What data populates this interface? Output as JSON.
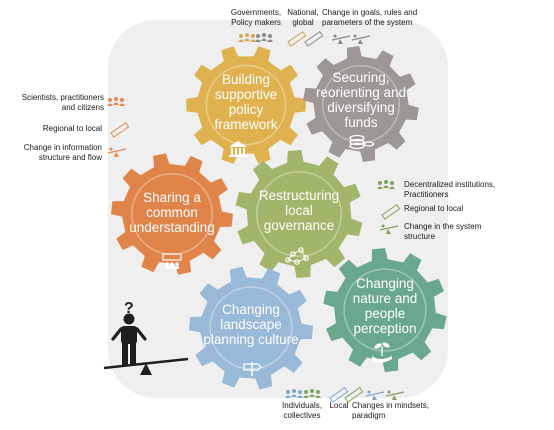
{
  "gears": [
    {
      "id": "policy",
      "lines": [
        "Building",
        "supportive",
        "policy",
        "framework"
      ],
      "color": "#dfb14f",
      "icon": "building-icon"
    },
    {
      "id": "funds",
      "lines": [
        "Securing,",
        "reorienting and",
        "diversifying",
        "funds"
      ],
      "color": "#9d9796",
      "icon": "coins-icon"
    },
    {
      "id": "understanding",
      "lines": [
        "Sharing a",
        "common",
        "understanding"
      ],
      "color": "#e0844a",
      "icon": "people-board-icon"
    },
    {
      "id": "governance",
      "lines": [
        "Restructuring",
        "local",
        "governance"
      ],
      "color": "#a1b56b",
      "icon": "network-icon"
    },
    {
      "id": "landscape",
      "lines": [
        "Changing",
        "landscape",
        "planning culture"
      ],
      "color": "#98b9d7",
      "icon": "signpost-icon"
    },
    {
      "id": "nature",
      "lines": [
        "Changing",
        "nature and",
        "people",
        "perception"
      ],
      "color": "#6aa88e",
      "icon": "hand-plant-icon"
    }
  ],
  "annotations": {
    "top_actors": [
      "Governments,",
      "Policy makers"
    ],
    "top_scale": [
      "National,",
      "global"
    ],
    "top_change": [
      "Change in goals, rules and",
      "parameters of the system"
    ],
    "left_actors": [
      "Scientists, practitioners",
      "and citizens"
    ],
    "left_scale": [
      "Regional to local"
    ],
    "left_change": [
      "Change in information",
      "structure and flow"
    ],
    "right_actors": [
      "Decentralized institutions,",
      "Practitioners"
    ],
    "right_scale": [
      "Regional to local"
    ],
    "right_change": [
      "Change in the system",
      "structure"
    ],
    "bottom_actors": [
      "Individuals,",
      "collectives"
    ],
    "bottom_scale": [
      "Local"
    ],
    "bottom_change": [
      "Changes in mindsets,",
      "paradigm"
    ]
  },
  "question_mark": "?",
  "colors": {
    "background_panel": "#efefef",
    "icon_actors": "#d9a55a",
    "icon_grey": "#8a8a8a",
    "icon_green": "#7ea25f",
    "icon_blue": "#7ea6c8",
    "person": "#1f1f1f"
  }
}
